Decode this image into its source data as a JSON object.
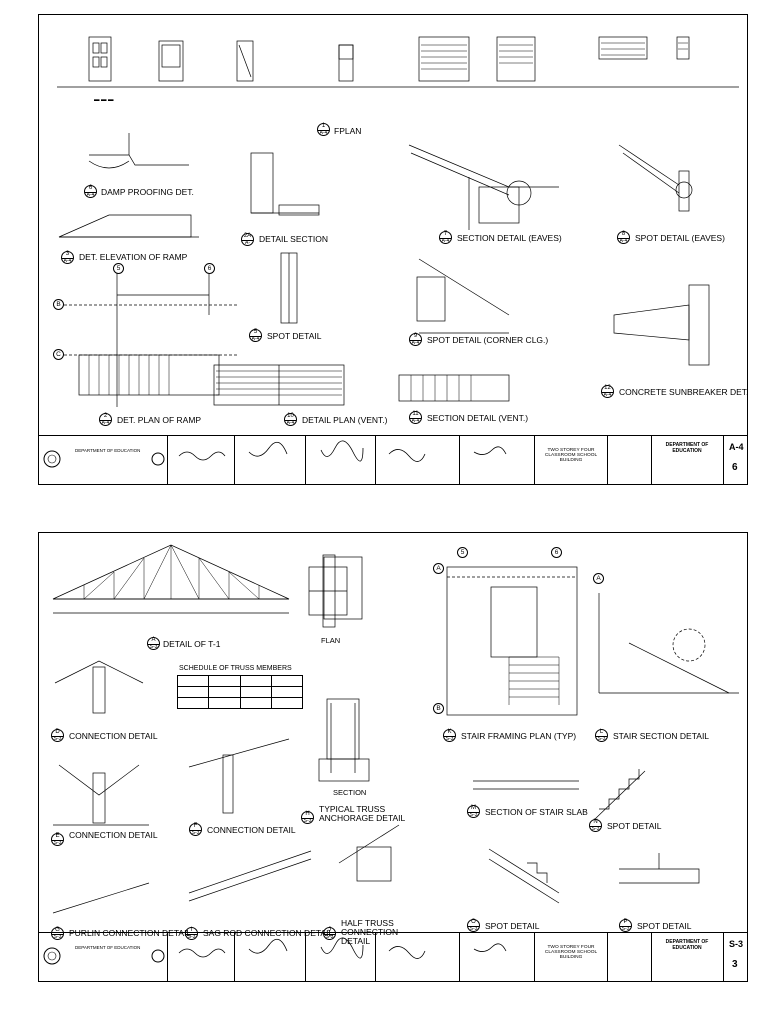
{
  "sheet1": {
    "details": [
      {
        "title": "FPLAN",
        "num": "1"
      },
      {
        "title": "DAMP PROOFING DET.",
        "num": "6",
        "ref": "A-4"
      },
      {
        "title": "DET. ELEVATION OF RAMP",
        "num": "3",
        "ref": "A-4"
      },
      {
        "title": "DETAIL SECTION",
        "num": "2A",
        "ref": "A-"
      },
      {
        "title": "SPOT DETAIL",
        "num": "5",
        "ref": "A-4"
      },
      {
        "title": "DET. PLAN OF RAMP",
        "num": "2",
        "ref": "A-4"
      },
      {
        "title": "DETAIL PLAN (VENT.)",
        "num": "10",
        "ref": "A-4"
      },
      {
        "title": "SECTION DETAIL (EAVES)",
        "num": "7",
        "ref": "A-4"
      },
      {
        "title": "SPOT DETAIL (EAVES)",
        "num": "8",
        "ref": "A-4"
      },
      {
        "title": "SPOT DETAIL (CORNER CLG.)",
        "num": "9",
        "ref": "A-4"
      },
      {
        "title": "SECTION DETAIL (VENT.)",
        "num": "11",
        "ref": "A-4"
      },
      {
        "title": "CONCRETE SUNBREAKER DET.",
        "num": "12",
        "ref": "A-4"
      }
    ],
    "grid": [
      "5",
      "6",
      "B",
      "C"
    ],
    "title_block": {
      "agency": "DEPARTMENT OF EDUCATION",
      "project": "TWO STOREY FOUR CLASSROOM SCHOOL BUILDING",
      "owner": "DEPARTMENT OF EDUCATION",
      "sheet_code": "A-4",
      "sheet_no": "6"
    }
  },
  "sheet2": {
    "details": [
      {
        "title": "DETAIL OF T-1",
        "num": "A",
        "ref": "S-3"
      },
      {
        "title": "FLAN",
        "num": "",
        "ref": ""
      },
      {
        "title": "CONNECTION DETAIL",
        "num": "D",
        "ref": "S-3"
      },
      {
        "title": "CONNECTION DETAIL",
        "num": "E",
        "ref": "S-3"
      },
      {
        "title": "CONNECTION DETAIL",
        "num": "F",
        "ref": "S-3"
      },
      {
        "title": "TYPICAL TRUSS ANCHORAGE DETAIL",
        "num": "H",
        "ref": "S-3"
      },
      {
        "title": "SECTION",
        "num": "",
        "ref": ""
      },
      {
        "title": "PURLIN CONNECTION DETAIL",
        "num": "G",
        "ref": "S-3"
      },
      {
        "title": "SAG ROD CONNECTION DETAIL",
        "num": "I",
        "ref": "S-3"
      },
      {
        "title": "HALF TRUSS CONNECTION DETAIL",
        "num": "J",
        "ref": "S-3"
      },
      {
        "title": "STAIR FRAMING PLAN (TYP)",
        "num": "K",
        "ref": "S-3"
      },
      {
        "title": "STAIR SECTION DETAIL",
        "num": "L",
        "ref": "S-3"
      },
      {
        "title": "SECTION OF STAIR SLAB",
        "num": "M",
        "ref": "S-3"
      },
      {
        "title": "SPOT DETAIL",
        "num": "N",
        "ref": "S-3"
      },
      {
        "title": "SPOT DETAIL",
        "num": "O",
        "ref": "S-3"
      },
      {
        "title": "SPOT DETAIL",
        "num": "P",
        "ref": "S-3"
      }
    ],
    "schedule_title": "SCHEDULE OF TRUSS MEMBERS",
    "grid": [
      "5",
      "6",
      "A",
      "B",
      "A"
    ],
    "title_block": {
      "agency": "DEPARTMENT OF EDUCATION",
      "project": "TWO STOREY FOUR CLASSROOM SCHOOL BUILDING",
      "owner": "DEPARTMENT OF EDUCATION",
      "sheet_code": "S-3",
      "sheet_no": "3"
    }
  }
}
